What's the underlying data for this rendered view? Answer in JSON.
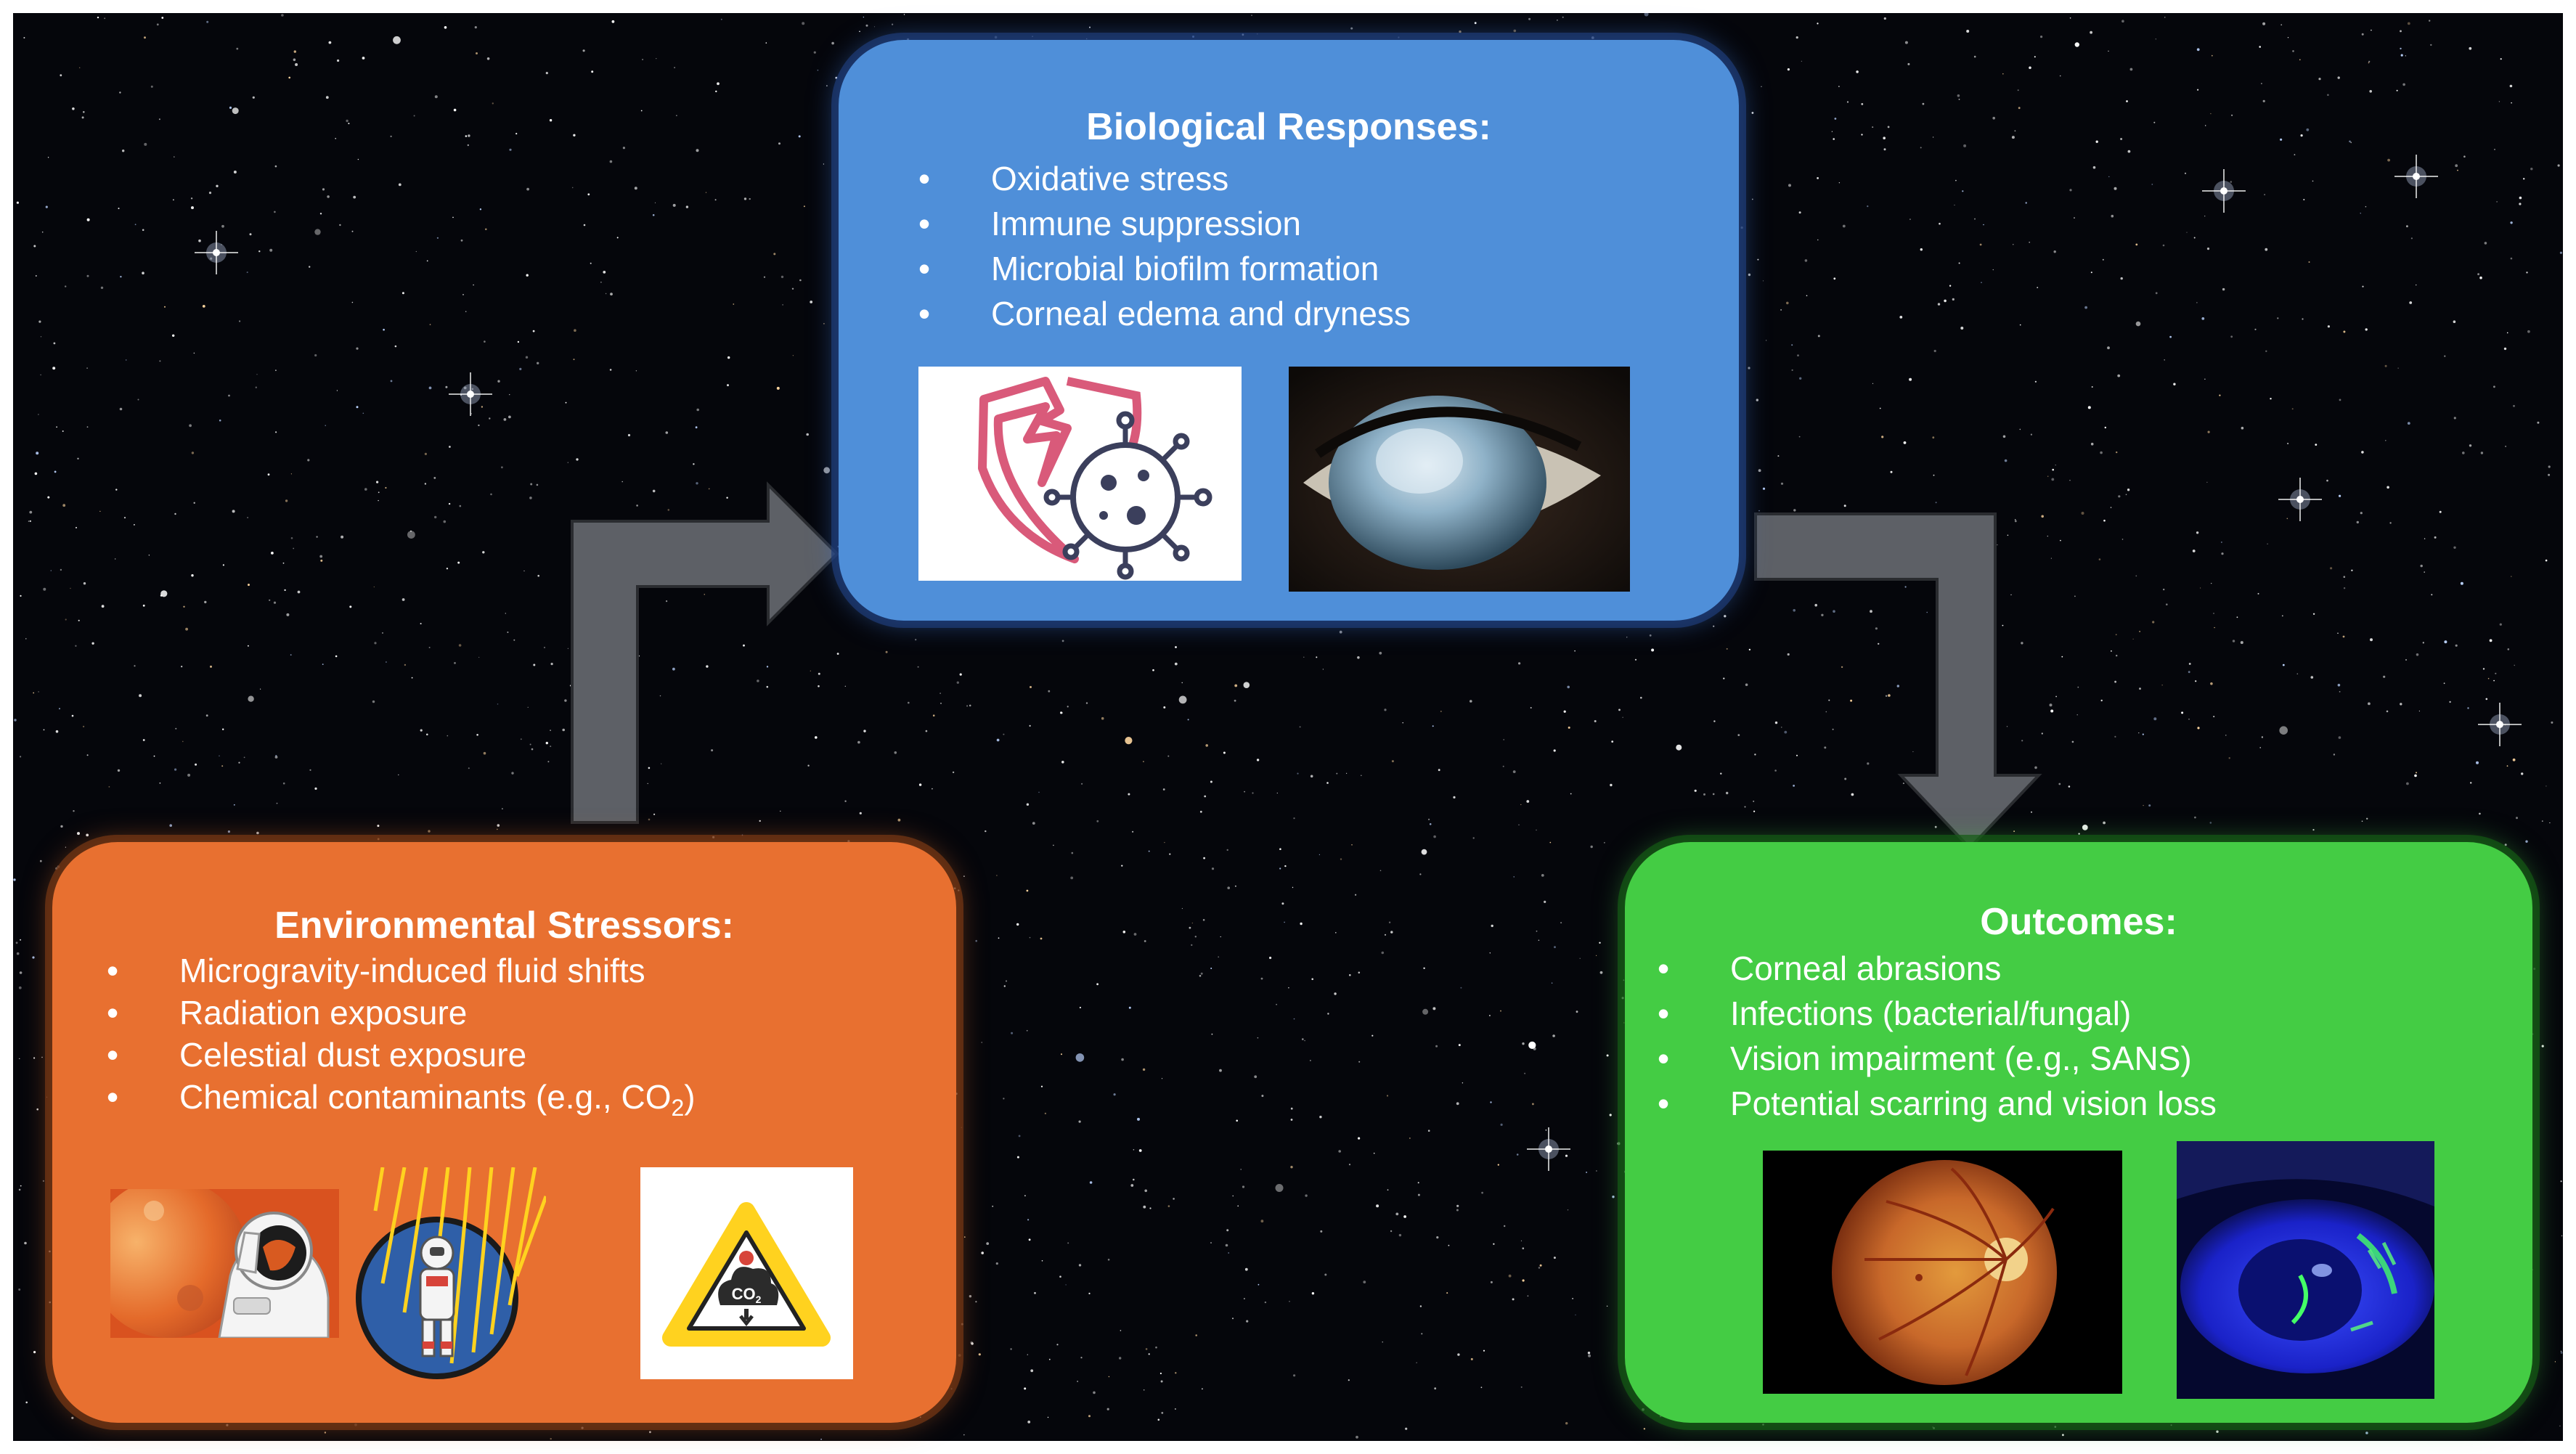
{
  "colors": {
    "space_background": "#05060b",
    "biological_panel": "#4f8fd9",
    "environmental_panel": "#e87030",
    "outcomes_panel": "#44cc44",
    "arrow": "#5d6066",
    "text": "#ffffff"
  },
  "biological_responses": {
    "title": "Biological Responses:",
    "items": [
      "Oxidative stress",
      "Immune suppression",
      "Microbial biofilm formation",
      "Corneal edema and dryness"
    ],
    "images": [
      "broken-shield-virus-icon",
      "corneal-edema-eye-photo"
    ]
  },
  "environmental_stressors": {
    "title": "Environmental Stressors:",
    "items": [
      "Microgravity-induced fluid shifts",
      "Radiation exposure",
      "Celestial dust exposure",
      "Chemical contaminants (e.g., CO"
    ],
    "co2_subscript": "2",
    "co2_close": ")",
    "images": [
      "astronaut-planet-dust-illustration",
      "astronaut-radiation-icon",
      "co2-warning-sign-icon"
    ]
  },
  "outcomes": {
    "title": "Outcomes:",
    "items": [
      "Corneal abrasions",
      "Infections (bacterial/fungal)",
      "Vision impairment (e.g., SANS)",
      "Potential scarring and vision loss"
    ],
    "images": [
      "retina-fundus-photo",
      "fluorescein-stained-eye-photo"
    ]
  },
  "bullet_symbol": "•",
  "co2_label": "CO",
  "co2_label_sub": "2"
}
